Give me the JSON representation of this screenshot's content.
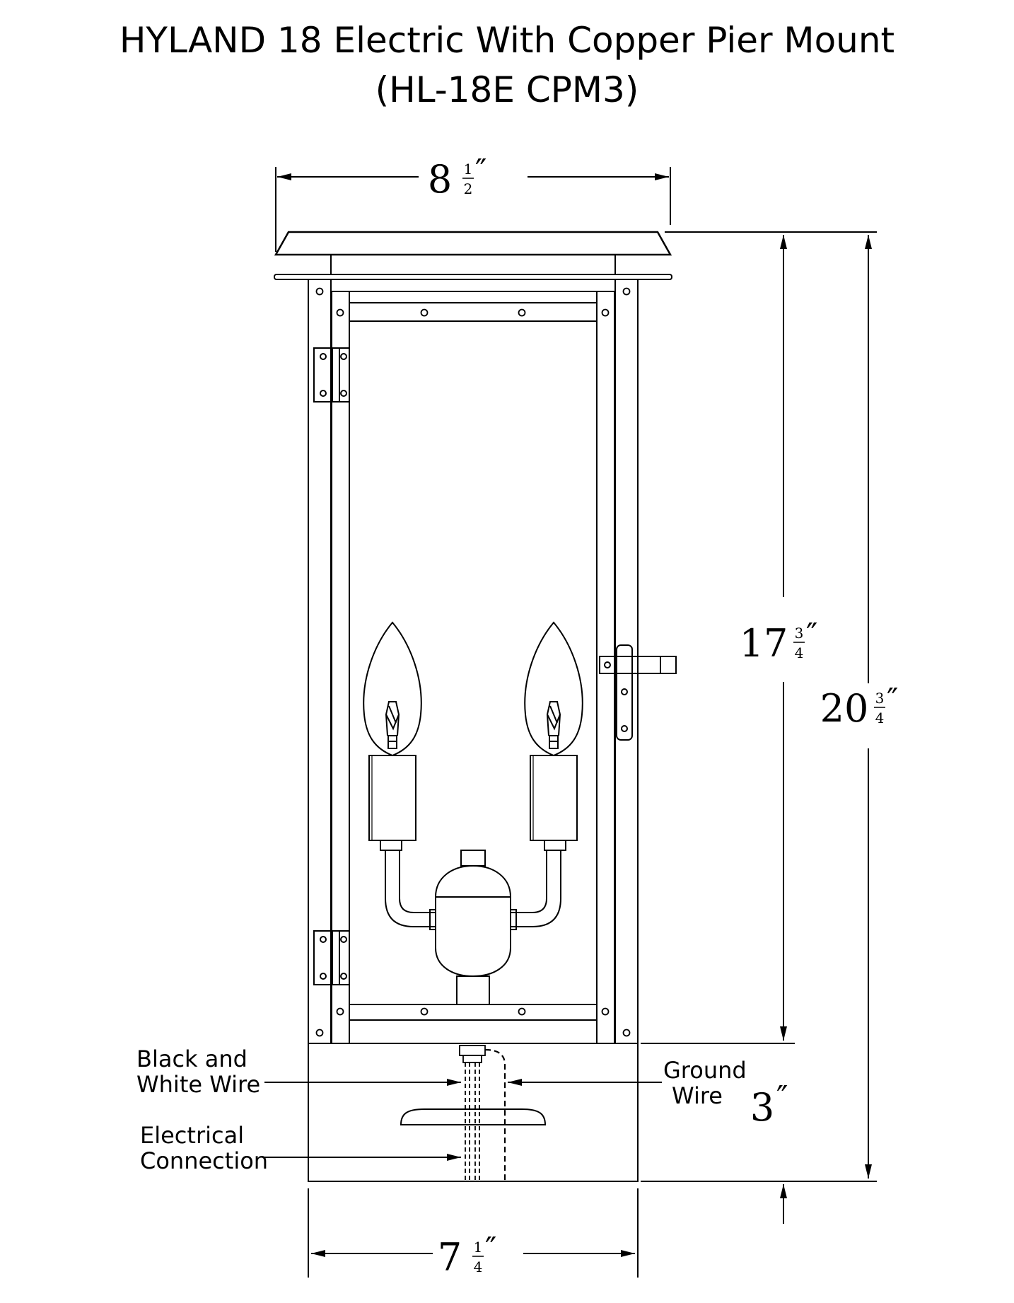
{
  "title": {
    "line1": "HYLAND 18 Electric With Copper Pier Mount",
    "line2": "(HL-18E  CPM3)"
  },
  "dimensions": {
    "top_width": {
      "whole": "8",
      "num": "1",
      "den": "2",
      "unit": "″"
    },
    "lantern_height": {
      "whole": "17",
      "num": "3",
      "den": "4",
      "unit": "″"
    },
    "total_height": {
      "whole": "20",
      "num": "3",
      "den": "4",
      "unit": "″"
    },
    "mount_height": {
      "whole": "3",
      "unit": "″"
    },
    "base_width": {
      "whole": "7",
      "num": "1",
      "den": "4",
      "unit": "″"
    }
  },
  "callouts": {
    "black_white_wire": [
      "Black and",
      "White Wire"
    ],
    "ground_wire": [
      "Ground",
      "Wire"
    ],
    "electrical_connection": [
      "Electrical",
      "Connection"
    ]
  },
  "colors": {
    "line": "#000000",
    "background": "#ffffff"
  }
}
